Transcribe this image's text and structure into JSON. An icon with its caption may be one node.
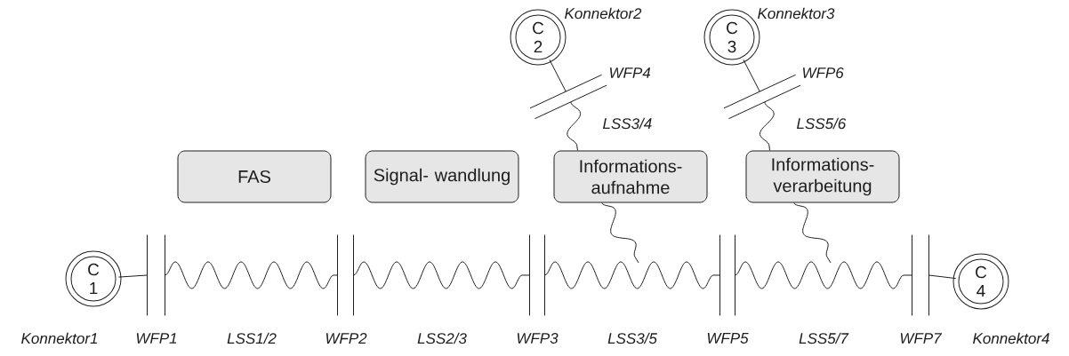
{
  "diagram": {
    "nodes": [
      {
        "text": [
          "C 2"
        ],
        "beside": [
          "Konnektor2"
        ]
      },
      {
        "text": [
          "C 3"
        ],
        "beside": [
          "Konnektor3"
        ]
      },
      {
        "text": [],
        "shape": "bar",
        "beside": [
          "WFP4"
        ]
      },
      {
        "text": [],
        "shape": "bar",
        "beside": [
          "WFP6"
        ]
      },
      {
        "text": [
          "FAS"
        ]
      },
      {
        "text": [
          "Signal- wandlung"
        ]
      },
      {
        "text": [
          "Informations- aufnahme"
        ]
      },
      {
        "text": [
          "Informations- verarbeitung"
        ]
      },
      {
        "text": [
          "C 1"
        ],
        "beside": [
          "Konnektor1"
        ]
      },
      {
        "text": [],
        "shape": "bar",
        "beside": [
          "WFP1"
        ]
      },
      {
        "text": [],
        "shape": "bar",
        "beside": [
          "WFP2"
        ]
      },
      {
        "text": [],
        "shape": "bar",
        "beside": [
          "WFP3"
        ]
      },
      {
        "text": [],
        "shape": "bar",
        "beside": [
          "WFP5"
        ]
      },
      {
        "text": [],
        "shape": "bar",
        "beside": [
          "WFP7"
        ]
      },
      {
        "text": [
          "C 4"
        ],
        "beside": [
          "Konnektor4"
        ]
      }
    ],
    "edges": [
      {
        "from": 0,
        "to": 2,
        "arrow": "none"
      },
      {
        "from": 2,
        "to": 6,
        "arrow": "none",
        "label": "LSS3/4"
      },
      {
        "from": 1,
        "to": 3,
        "arrow": "none"
      },
      {
        "from": 3,
        "to": 7,
        "arrow": "none",
        "label": "LSS5/6"
      },
      {
        "from": 6,
        "to": null,
        "arrow": "none"
      },
      {
        "from": 7,
        "to": null,
        "arrow": "none"
      },
      {
        "from": 8,
        "to": 9,
        "arrow": "none"
      },
      {
        "from": 9,
        "to": 10,
        "arrow": "none",
        "label": "LSS1/2"
      },
      {
        "from": 10,
        "to": 11,
        "arrow": "none",
        "label": "LSS2/3"
      },
      {
        "from": 11,
        "to": 12,
        "arrow": "none",
        "label": "LSS3/5"
      },
      {
        "from": 12,
        "to": 13,
        "arrow": "none",
        "label": "LSS5/7"
      },
      {
        "from": 13,
        "to": 14,
        "arrow": "none"
      }
    ]
  }
}
